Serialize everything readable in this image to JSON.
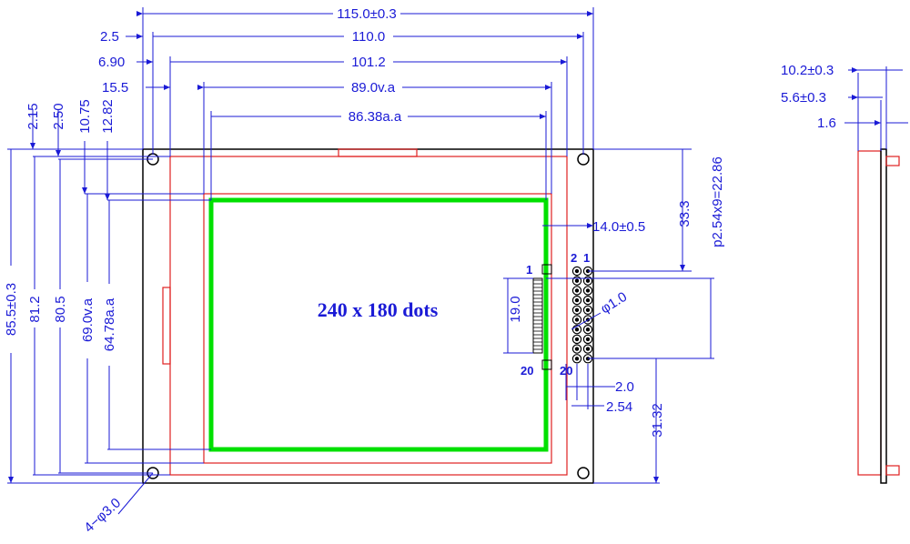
{
  "display": {
    "resolution_label": "240 x 180 dots"
  },
  "dimensions": {
    "overall_width": "115.0±0.3",
    "hole_pitch_width": "110.0",
    "bezel_width": "101.2",
    "viewing_area_width": "89.0v.a",
    "active_area_width": "86.38a.a",
    "hole_offset_x": "2.5",
    "bezel_offset_x": "6.90",
    "va_offset_x": "15.5",
    "overall_height": "85.5±0.3",
    "bezel_height": "81.2",
    "hole_pitch_height": "80.5",
    "viewing_area_height": "69.0v.a",
    "active_area_height": "64.78a.a",
    "hole_offset_y": "2.15",
    "bezel_offset_y": "2.50",
    "va_offset_y": "10.75",
    "aa_offset_y": "12.82",
    "connector_top_offset": "33.3",
    "connector_from_edge": "14.0±0.5",
    "pin_pitch_total": "p2.54x9=22.86",
    "fpc_pad_length": "19.0",
    "pin_diameter": "φ1.0",
    "header_offset": "2.0",
    "header_pitch": "2.54",
    "header_bottom_offset": "31.32",
    "mount_holes": "4−φ3.0",
    "module_thickness": "10.2±0.3",
    "lcd_thickness": "5.6±0.3",
    "pcb_thickness": "1.6"
  },
  "pins": {
    "fpc_first": "1",
    "fpc_last": "20",
    "header_col_a": "2",
    "header_col_b": "1",
    "header_last": "20"
  },
  "colors": {
    "dimension": "#1a1ad6",
    "outline": "#000000",
    "bezel": "#e02020",
    "active_area": "#00e000"
  }
}
